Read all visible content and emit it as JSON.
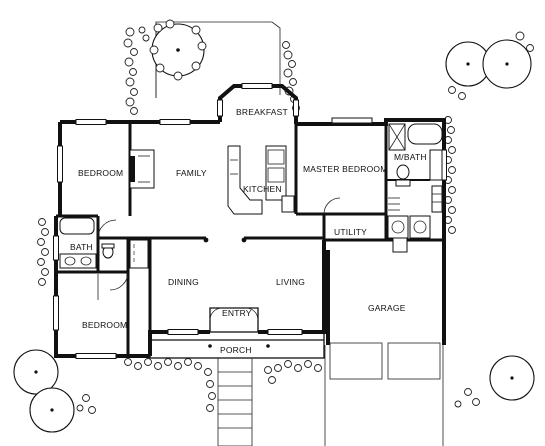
{
  "floor_plan": {
    "rooms": {
      "breakfast": "BREAKFAST",
      "bedroom_top": "BEDROOM",
      "family": "FAMILY",
      "kitchen": "KITCHEN",
      "master_bedroom": "MASTER BEDROOM",
      "master_bath": "M/BATH",
      "utility": "UTILITY",
      "bath": "BATH",
      "dining": "DINING",
      "living": "LIVING",
      "garage": "GARAGE",
      "entry": "ENTRY",
      "bedroom_bottom": "BEDROOM",
      "porch": "PORCH"
    }
  }
}
